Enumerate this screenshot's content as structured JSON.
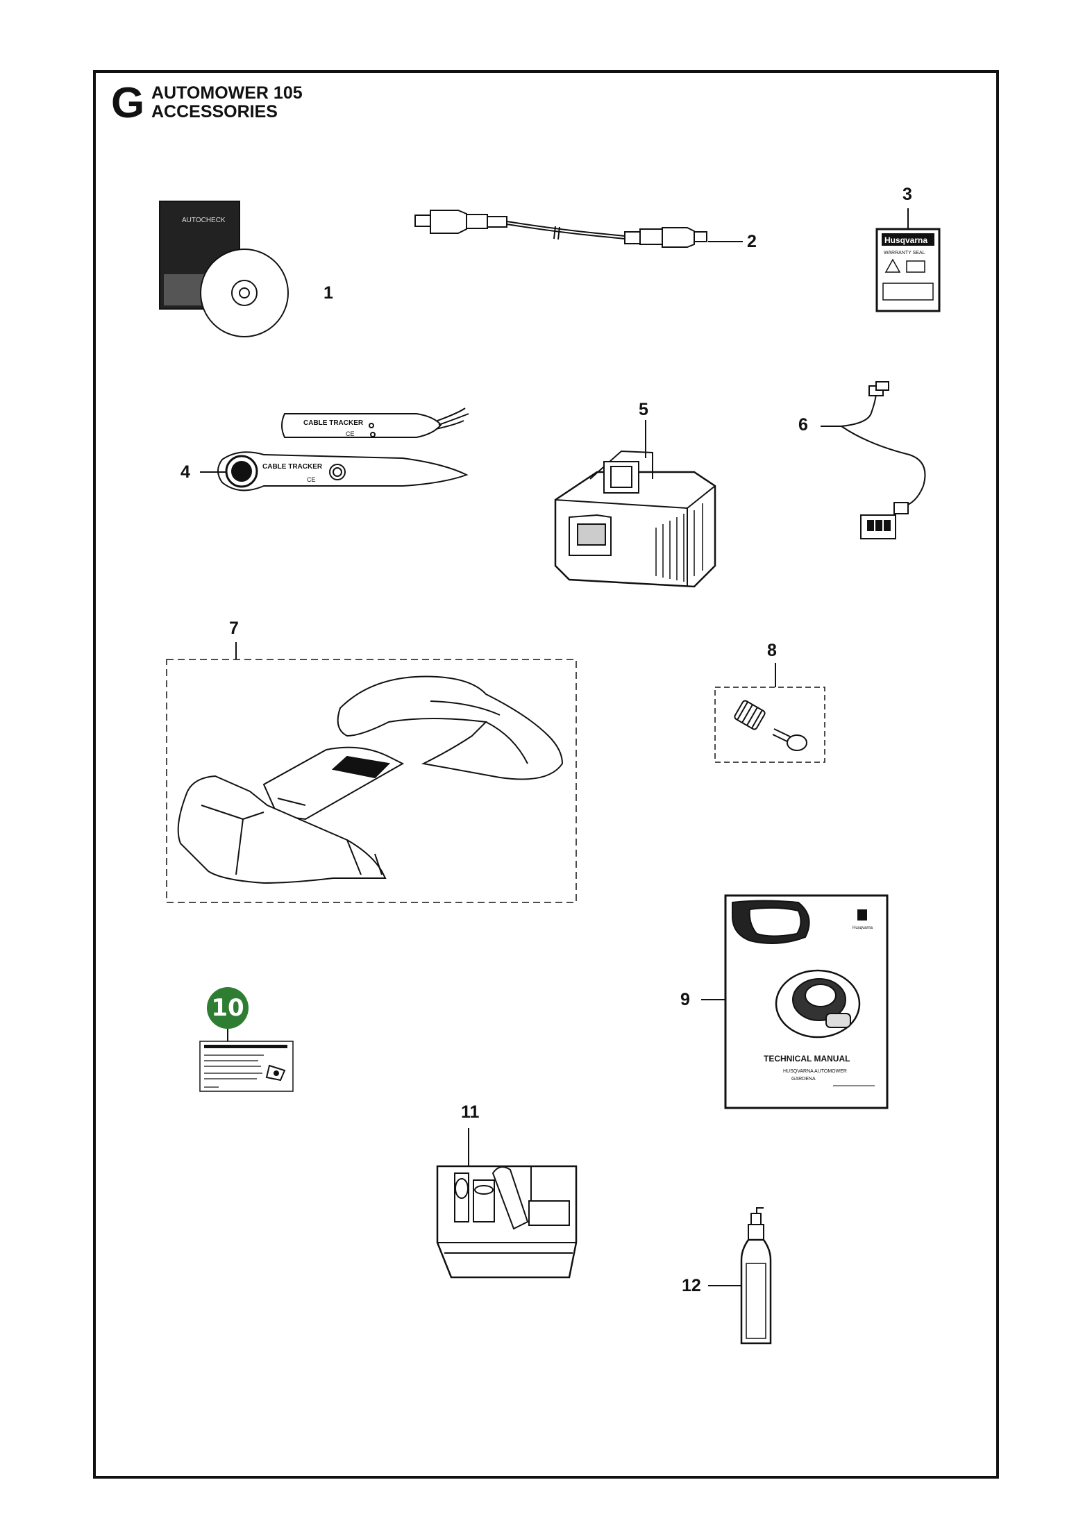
{
  "header": {
    "section_letter": "G",
    "title_line1": "AUTOMOWER 105",
    "title_line2": "ACCESSORIES"
  },
  "colors": {
    "line": "#111111",
    "badge_green": "#2e7d32",
    "panel_gray": "#cfcfcf"
  },
  "callouts": [
    {
      "id": "1",
      "label": "1",
      "part": "autocheck-software-cd"
    },
    {
      "id": "2",
      "label": "2",
      "part": "usb-cable"
    },
    {
      "id": "3",
      "label": "3",
      "part": "warranty-sticker"
    },
    {
      "id": "4",
      "label": "4",
      "part": "cable-tracker"
    },
    {
      "id": "5",
      "label": "5",
      "part": "battery-charger"
    },
    {
      "id": "6",
      "label": "6",
      "part": "extension-cable"
    },
    {
      "id": "7",
      "label": "7",
      "part": "body-cover-kit"
    },
    {
      "id": "8",
      "label": "8",
      "part": "screw-kit"
    },
    {
      "id": "9",
      "label": "9",
      "part": "technical-manual"
    },
    {
      "id": "10",
      "label": "10",
      "part": "warning-label"
    },
    {
      "id": "11",
      "label": "11",
      "part": "cleaning-kit-box"
    },
    {
      "id": "12",
      "label": "12",
      "part": "spray-bottle"
    }
  ],
  "part_text": {
    "cd_title": "AUTOCHECK",
    "tracker_top": "CABLE TRACKER",
    "tracker_bottom": "CABLE TRACKER",
    "ce_mark": "CE",
    "ce_mark_2": "CE",
    "warranty_brand": "Husqvarna",
    "warranty_text": "WARRANTY SEAL",
    "manual_title": "TECHNICAL MANUAL",
    "manual_sub1": "HUSQVARNA AUTOMOWER",
    "manual_sub2": "GARDENA",
    "manual_brand": "Husqvarna"
  }
}
